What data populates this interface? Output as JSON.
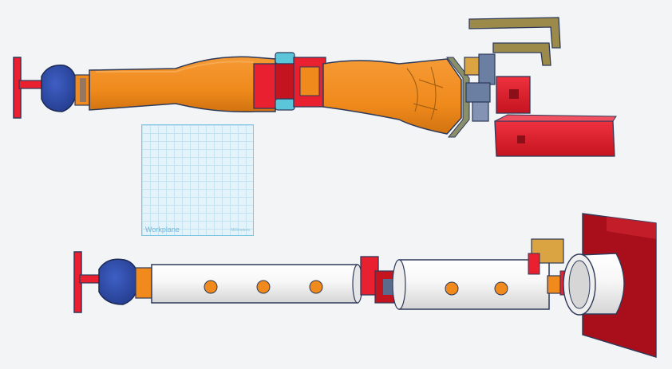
{
  "workplane": {
    "label": "Workplane",
    "unit": "Millimeters"
  },
  "colors": {
    "background": "#f3f4f6",
    "orange_body": "#f08a1c",
    "orange_shade": "#c96e10",
    "red_part": "#e8202f",
    "red_dark": "#b3121e",
    "dark_red_wall": "#a80f1a",
    "navy_outline": "#2d3a5a",
    "blue_head": "#2c49a8",
    "cyan_part": "#5bc6d9",
    "white_tube": "#f5f5f5",
    "tube_shade": "#d9d9d9",
    "brass": "#d9a441",
    "workplane_fill": "#e4f3fa",
    "workplane_grid": "#c4e3f1"
  },
  "scene_objects": [
    {
      "name": "upper-assembly",
      "icon": "3d-model"
    },
    {
      "name": "lower-assembly",
      "icon": "3d-model"
    },
    {
      "name": "workplane",
      "icon": "grid"
    }
  ]
}
